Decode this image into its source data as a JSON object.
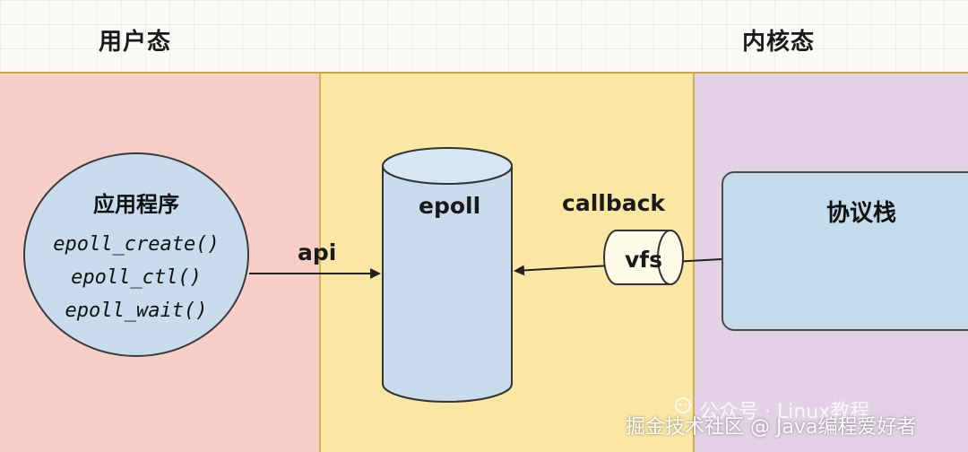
{
  "headings": {
    "user_space": "用户态",
    "kernel_space": "内核态"
  },
  "app": {
    "title": "应用程序",
    "functions": [
      "epoll_create()",
      "epoll_ctl()",
      "epoll_wait()"
    ]
  },
  "epoll": {
    "label": "epoll"
  },
  "edges": {
    "api": "api",
    "callback": "callback",
    "vfs": "vfs"
  },
  "kernel": {
    "stack_label": "协议栈"
  },
  "watermarks": {
    "account": "公众号 · Linux教程",
    "source": "掘金技术社区 @ Java编程爱好者"
  },
  "colors": {
    "user_zone": "#f7cfc8",
    "epoll_zone": "#fbe7a4",
    "kernel_zone": "#e3d2e6",
    "node_fill": "#c8dcee"
  }
}
